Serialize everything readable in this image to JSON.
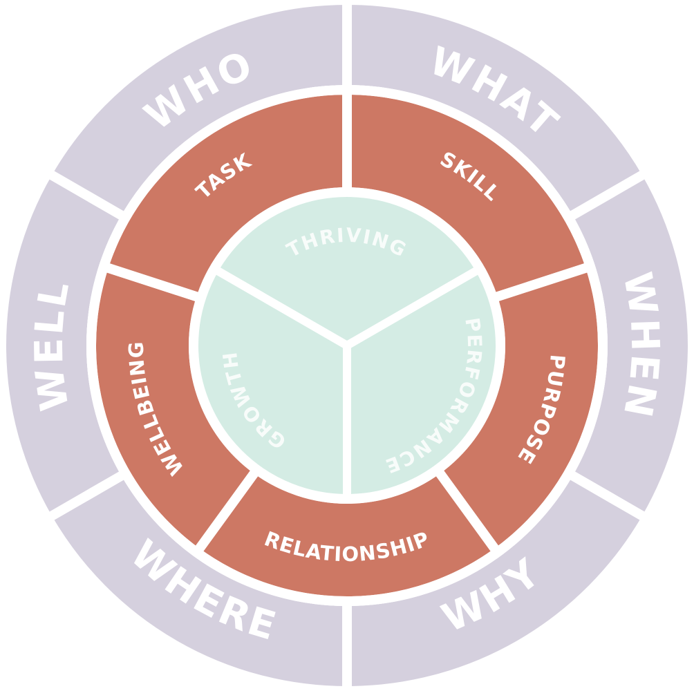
{
  "colors": {
    "outer": "#d5d0de",
    "middle": "#cd7864",
    "inner": "#d4ece4",
    "divider": "#ffffff"
  },
  "outer_ring": [
    "WHAT",
    "WHEN",
    "WHY",
    "WHERE",
    "WELL",
    "WHO"
  ],
  "middle_ring": [
    "SKILL",
    "PURPOSE",
    "RELATIONSHIP",
    "WELLBEING",
    "TASK"
  ],
  "inner_circle": [
    "THRIVING",
    "PERFORMANCE",
    "GROWTH"
  ]
}
